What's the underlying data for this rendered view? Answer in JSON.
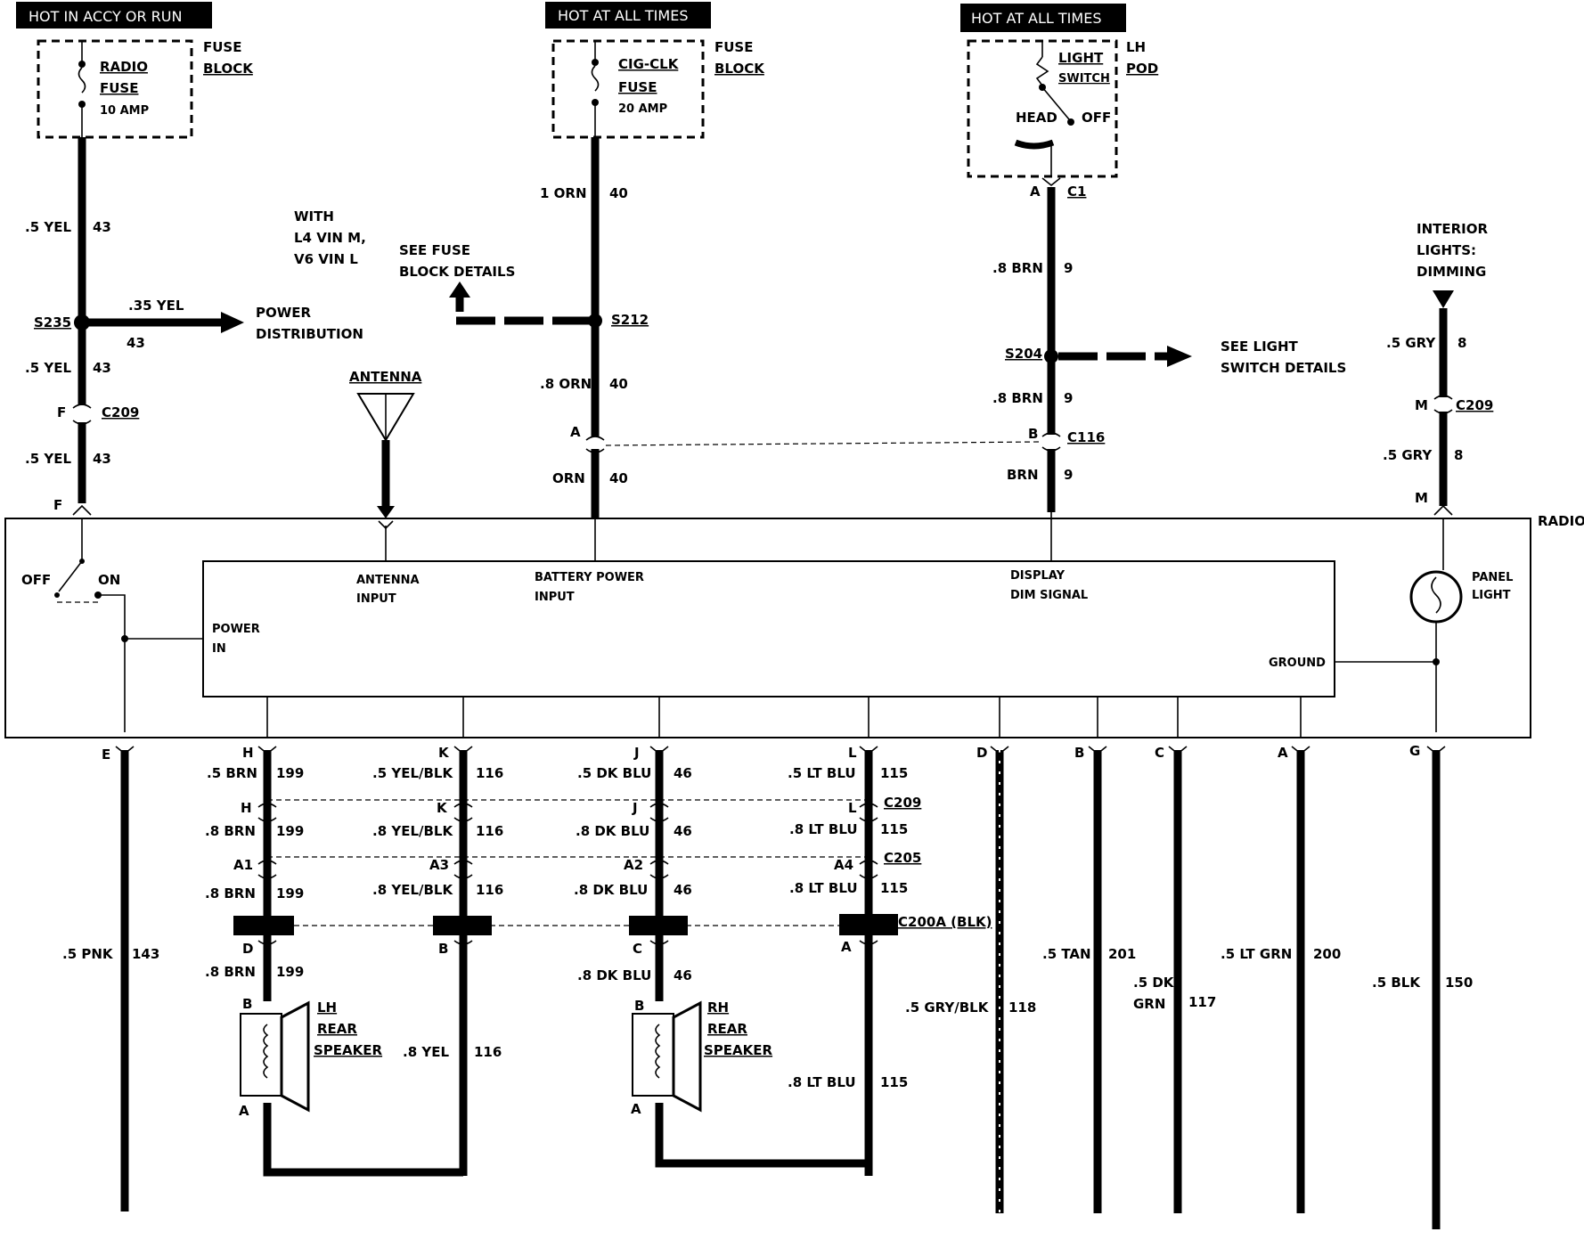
{
  "headers": {
    "h1": "HOT IN ACCY OR RUN",
    "h2": "HOT AT ALL TIMES",
    "h3": "HOT AT ALL TIMES"
  },
  "fuse1": {
    "name1": "RADIO",
    "name2": "FUSE",
    "amp": "10 AMP",
    "block1": "FUSE",
    "block2": "BLOCK"
  },
  "fuse2": {
    "name1": "CIG-CLK",
    "name2": "FUSE",
    "amp": "20 AMP",
    "block1": "FUSE",
    "block2": "BLOCK"
  },
  "switch": {
    "name1": "LIGHT",
    "name2": "SWITCH",
    "pod1": "LH",
    "pod2": "POD",
    "head": "HEAD",
    "off": "OFF"
  },
  "notes": {
    "with1": "WITH",
    "with2": "L4 VIN M,",
    "with3": "V6 VIN L",
    "seefuse1": "SEE FUSE",
    "seefuse2": "BLOCK DETAILS",
    "power1": "POWER",
    "power2": "DISTRIBUTION",
    "seelight1": "SEE LIGHT",
    "seelight2": "SWITCH DETAILS",
    "interior1": "INTERIOR",
    "interior2": "LIGHTS:",
    "interior3": "DIMMING",
    "antenna": "ANTENNA"
  },
  "splices": {
    "s235": "S235",
    "s212": "S212",
    "s204": "S204"
  },
  "connectors": {
    "c209": "C209",
    "c1": "C1",
    "c116": "C116",
    "c205": "C205",
    "c200a": "C200A (BLK)",
    "pinF": "F",
    "pinA": "A",
    "pinB": "B",
    "pinM": "M"
  },
  "wires_top": {
    "yel5": ".5 YEL",
    "n43": "43",
    "yel35": ".35 YEL",
    "orn1": "1 ORN",
    "n40": "40",
    "orn8": ".8 ORN",
    "orn": "ORN",
    "brn8": ".8 BRN",
    "n9": "9",
    "brn": "BRN",
    "gry5": ".5 GRY",
    "n8": "8"
  },
  "radio": {
    "label": "RADIO",
    "off": "OFF",
    "on": "ON",
    "power_in1": "POWER",
    "power_in2": "IN",
    "ant1": "ANTENNA",
    "ant2": "INPUT",
    "bat1": "BATTERY POWER",
    "bat2": "INPUT",
    "disp1": "DISPLAY",
    "disp2": "DIM SIGNAL",
    "ground": "GROUND",
    "panel1": "PANEL",
    "panel2": "LIGHT"
  },
  "bottom_pins": {
    "E": "E",
    "H": "H",
    "K": "K",
    "J": "J",
    "L": "L",
    "D": "D",
    "B": "B",
    "C": "C",
    "A": "A",
    "G": "G",
    "A1": "A1",
    "A2": "A2",
    "A3": "A3",
    "A4": "A4"
  },
  "wires_bottom": {
    "pnk": ".5 PNK",
    "n143": "143",
    "brn5": ".5 BRN",
    "brn8": ".8 BRN",
    "n199": "199",
    "yelblk5": ".5 YEL/BLK",
    "yelblk8": ".8 YEL/BLK",
    "n116": "116",
    "yel8": ".8 YEL",
    "dkblu5": ".5 DK BLU",
    "dkblu8": ".8 DK BLU",
    "n46": "46",
    "ltblu5": ".5 LT BLU",
    "ltblu8": ".8 LT BLU",
    "n115": "115",
    "grybl": ".5 GRY/BLK",
    "n118": "118",
    "tan": ".5 TAN",
    "n201": "201",
    "dkgrn1": ".5 DK",
    "dkgrn2": "GRN",
    "n117": "117",
    "ltgrn": ".5 LT GRN",
    "n200": "200",
    "blk": ".5 BLK",
    "n150": "150"
  },
  "speakers": {
    "lh1": "LH",
    "lh2": "REAR",
    "lh3": "SPEAKER",
    "rh1": "RH",
    "rh2": "REAR",
    "rh3": "SPEAKER"
  }
}
